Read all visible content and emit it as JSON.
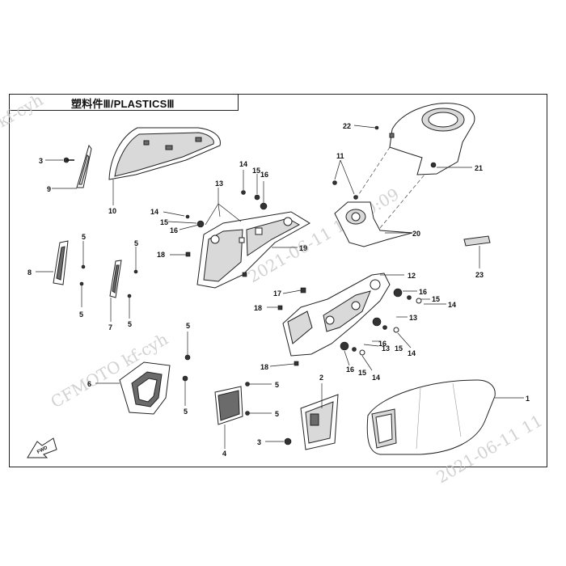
{
  "title": "塑料件Ⅲ/PLASTICSⅢ",
  "watermarks": [
    "kf-cyh",
    "2021-06-11 11:00:09",
    "CFMOTO  kf-cyh",
    "2021-06-11  11"
  ],
  "fwd_label": "FWD",
  "callouts": [
    "1",
    "2",
    "3",
    "3",
    "4",
    "5",
    "5",
    "5",
    "5",
    "5",
    "5",
    "5",
    "5",
    "6",
    "7",
    "8",
    "9",
    "10",
    "11",
    "12",
    "13",
    "13",
    "13",
    "14",
    "14",
    "14",
    "14",
    "14",
    "15",
    "15",
    "15",
    "15",
    "15",
    "16",
    "16",
    "16",
    "16",
    "16",
    "17",
    "18",
    "18",
    "18",
    "19",
    "20",
    "21",
    "22",
    "23"
  ],
  "parts": {
    "p1": "side-panel-right",
    "p2": "small-cover",
    "p3": "clip",
    "p4": "grille",
    "p5": "rivet",
    "p6": "vent-frame",
    "p7": "trim-strip",
    "p8": "trim-strip-left",
    "p9": "small-bracket",
    "p10": "headlight-cover",
    "p11": "screw",
    "p12": "frame-bracket",
    "p19": "inner-bracket",
    "p20": "mount-bracket",
    "p21": "fuel-tank-cover",
    "p23": "pad"
  }
}
